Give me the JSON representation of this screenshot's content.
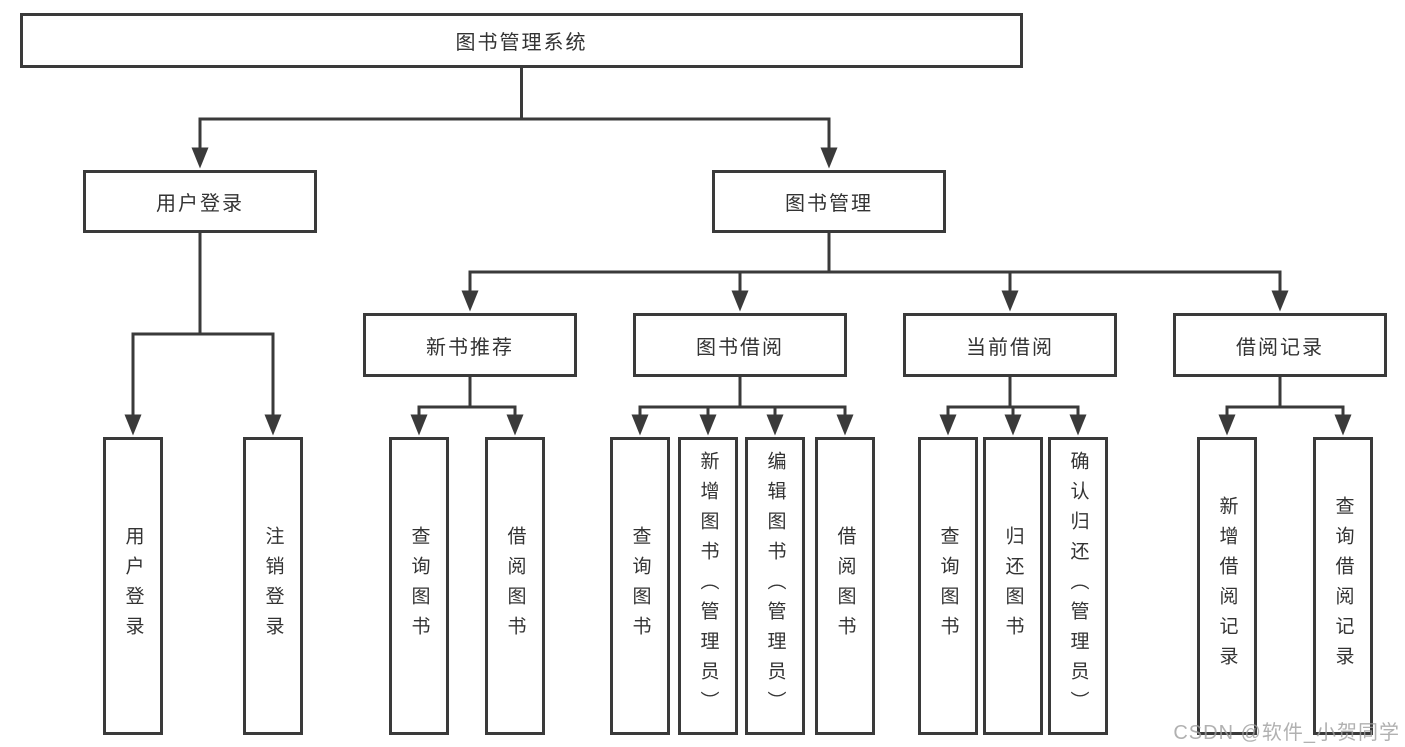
{
  "tree": {
    "root": {
      "label": "图书管理系统"
    },
    "level2": [
      {
        "label": "用户登录"
      },
      {
        "label": "图书管理"
      }
    ],
    "level3": [
      {
        "label": "新书推荐"
      },
      {
        "label": "图书借阅"
      },
      {
        "label": "当前借阅"
      },
      {
        "label": "借阅记录"
      }
    ],
    "leaves": {
      "user_login": [
        "用户登录",
        "注销登录"
      ],
      "new_book": [
        "查询图书",
        "借阅图书"
      ],
      "book_borrow": [
        "查询图书",
        "新增图书（管理员）",
        "编辑图书（管理员）",
        "借阅图书"
      ],
      "current_borrow": [
        "查询图书",
        "归还图书",
        "确认归还（管理员）"
      ],
      "borrow_records": [
        "新增借阅记录",
        "查询借阅记录"
      ]
    }
  },
  "watermark": "CSDN @软件_小贺同学",
  "colors": {
    "line": "#3a3a3a",
    "text": "#333333",
    "watermark": "#9e9e9e",
    "background": "#ffffff"
  }
}
